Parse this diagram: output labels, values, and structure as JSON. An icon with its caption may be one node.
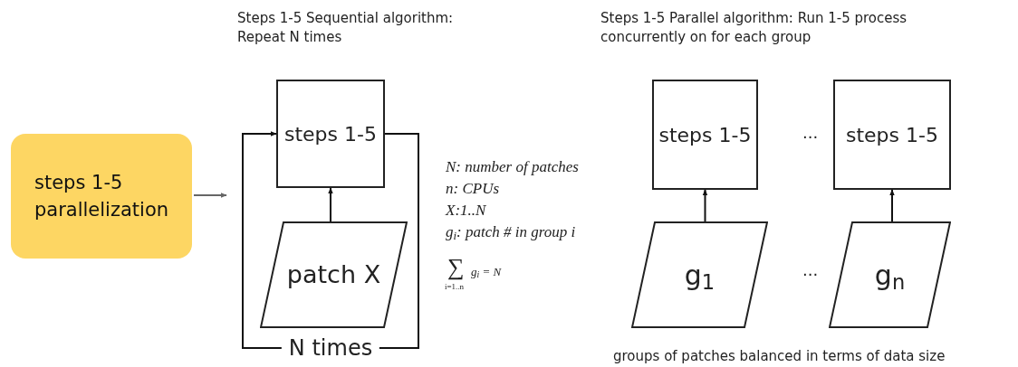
{
  "diagram": {
    "nodes": [
      {
        "text": [
          "steps 1-5 parallelization"
        ]
      },
      {
        "text": [
          "steps 1-5"
        ]
      },
      {
        "text": [
          "patch X"
        ]
      },
      {
        "text": [
          "steps 1-5"
        ]
      },
      {
        "text": [
          "steps 1-5"
        ]
      },
      {
        "text": [
          "g$_{1}$"
        ]
      },
      {
        "text": [
          "g$_{n}$"
        ]
      }
    ],
    "edges": [
      {
        "from": 0,
        "to": null,
        "arrow": "to",
        "color": "#666666"
      },
      {
        "from": 2,
        "to": 1,
        "arrow": "to"
      },
      {
        "from": 1,
        "to": 1,
        "arrow": "to",
        "label": "N times"
      },
      {
        "from": 5,
        "to": 3,
        "arrow": "to"
      },
      {
        "from": 6,
        "to": 4,
        "arrow": "to"
      }
    ],
    "labels": [
      "Steps 1-5 Sequential algorithm: Repeat N times",
      "N: number of patches",
      "n: CPUs",
      "X:1..N",
      "g$_{i}$: patch # in group i",
      "∑",
      "g$_{i}$ = N",
      "i=1..n",
      "Steps 1-5 Parallel algorithm: Run 1-5 process concurrently on for each group",
      "···",
      "···",
      "groups of patches balanced in terms of data size"
    ]
  }
}
